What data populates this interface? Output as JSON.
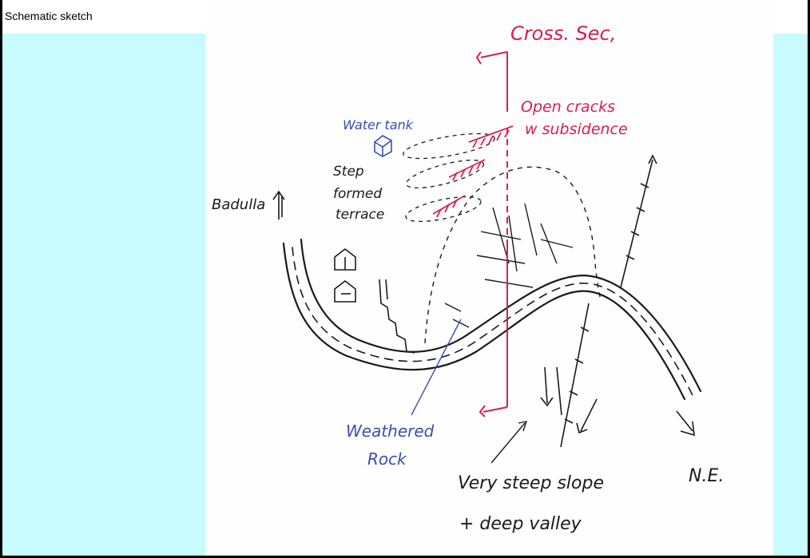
{
  "figure": {
    "title": "Schematic sketch"
  },
  "labels": {
    "cross_section": "Cross. Sec,",
    "water_tank": "Water tank",
    "open_cracks_line1": "Open cracks",
    "open_cracks_line2": "w subsidence",
    "step_line1": "Step",
    "step_line2": "formed",
    "step_line3": "terrace",
    "badulla": "Badulla",
    "weathered_line1": "Weathered",
    "weathered_line2": "Rock",
    "slope_line1": "Very steep slope",
    "slope_line2": "+ deep valley",
    "ne": "N.E."
  },
  "colors": {
    "ink_black": "#1a1a1a",
    "ink_red": "#d4204e",
    "ink_blue": "#3a4fb0",
    "panel_cyan": "#c7fbfe"
  }
}
